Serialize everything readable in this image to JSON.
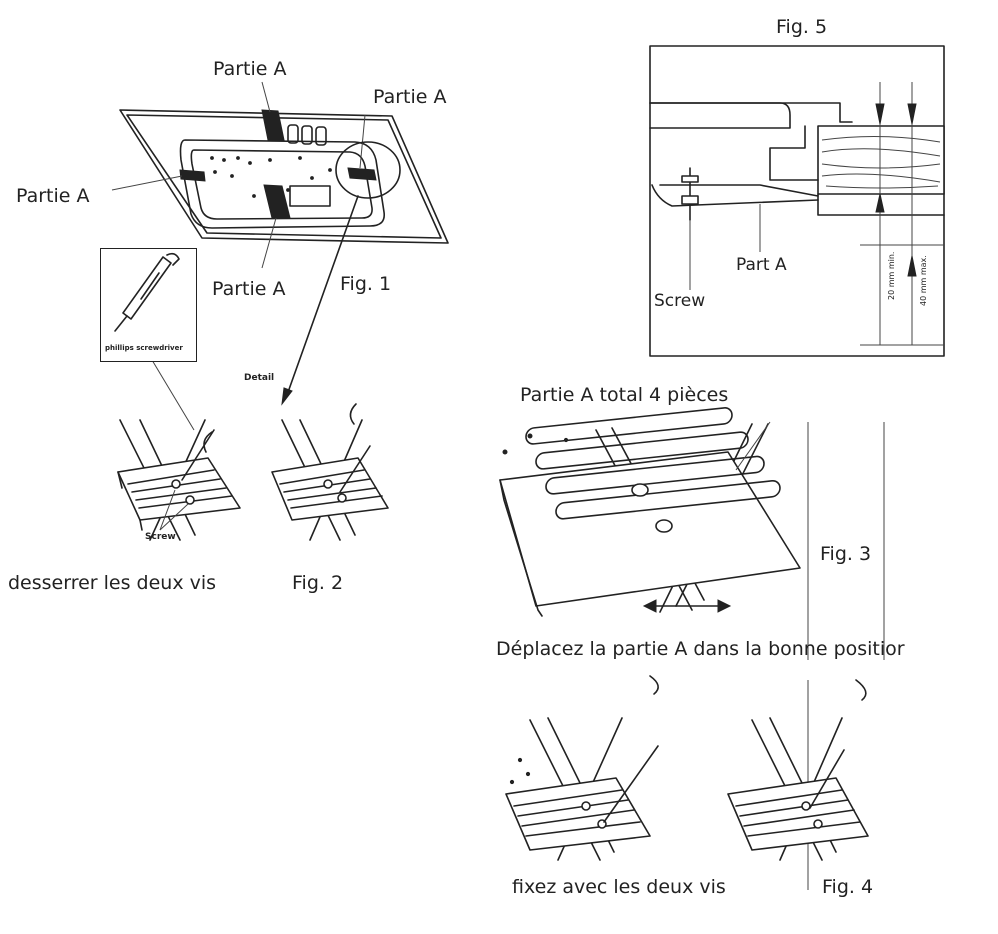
{
  "fig1": {
    "label_top": "Partie A",
    "label_right": "Partie A",
    "label_left": "Partie A",
    "label_bottom": "Partie A",
    "caption": "Fig. 1",
    "tool_label": "phillips screwdriver",
    "detail_label": "Detail"
  },
  "fig2": {
    "screw_label": "Screw",
    "instruction": "desserrer les deux vis",
    "caption": "Fig. 2"
  },
  "fig5": {
    "caption": "Fig. 5",
    "part_label": "Part A",
    "screw_label": "Screw",
    "dim_min": "20 mm min.",
    "dim_max": "40 mm max."
  },
  "fig3": {
    "title": "Partie A total 4 pièces",
    "caption": "Fig. 3",
    "instruction": "Déplacez la partie A dans la bonne positior"
  },
  "fig4": {
    "instruction": "fixez avec les deux vis",
    "caption": "Fig. 4"
  }
}
